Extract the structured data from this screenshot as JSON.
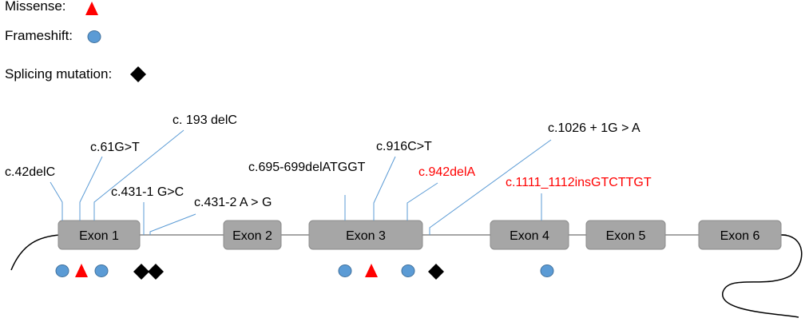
{
  "legend": {
    "missense_label": "Missense:",
    "frameshift_label": "Frameshift:",
    "splicing_label": "Splicing mutation:"
  },
  "colors": {
    "missense": "#ff0000",
    "frameshift": "#5b9bd5",
    "frameshift_stroke": "#41719c",
    "splicing": "#000000",
    "exon_fill": "#a6a6a6",
    "exon_stroke": "#8c8c8c",
    "backbone": "#a6a6a6",
    "leader": "#5b9bd5",
    "label_default": "#000000",
    "label_red": "#ff0000"
  },
  "exons": [
    {
      "id": "exon-1",
      "label": "Exon 1"
    },
    {
      "id": "exon-2",
      "label": "Exon 2"
    },
    {
      "id": "exon-3",
      "label": "Exon 3"
    },
    {
      "id": "exon-4",
      "label": "Exon 4"
    },
    {
      "id": "exon-5",
      "label": "Exon 5"
    },
    {
      "id": "exon-6",
      "label": "Exon 6"
    }
  ],
  "mutations": [
    {
      "label": "c.42delC",
      "type": "frameshift",
      "highlight": false
    },
    {
      "label": "c.61G>T",
      "type": "missense",
      "highlight": false
    },
    {
      "label": "c. 193 delC",
      "type": "frameshift",
      "highlight": false
    },
    {
      "label": "c.431-1 G>C",
      "type": "splicing",
      "highlight": false
    },
    {
      "label": "c.431-2 A > G",
      "type": "splicing",
      "highlight": false
    },
    {
      "label": "c.695-699delATGGT",
      "type": "frameshift",
      "highlight": false
    },
    {
      "label": "c.916C>T",
      "type": "missense",
      "highlight": false
    },
    {
      "label": "c.942delA",
      "type": "frameshift",
      "highlight": true
    },
    {
      "label": "c.1026 + 1G > A",
      "type": "splicing",
      "highlight": false
    },
    {
      "label": "c.1111_1112insGTCTTGT",
      "type": "frameshift",
      "highlight": true
    }
  ]
}
